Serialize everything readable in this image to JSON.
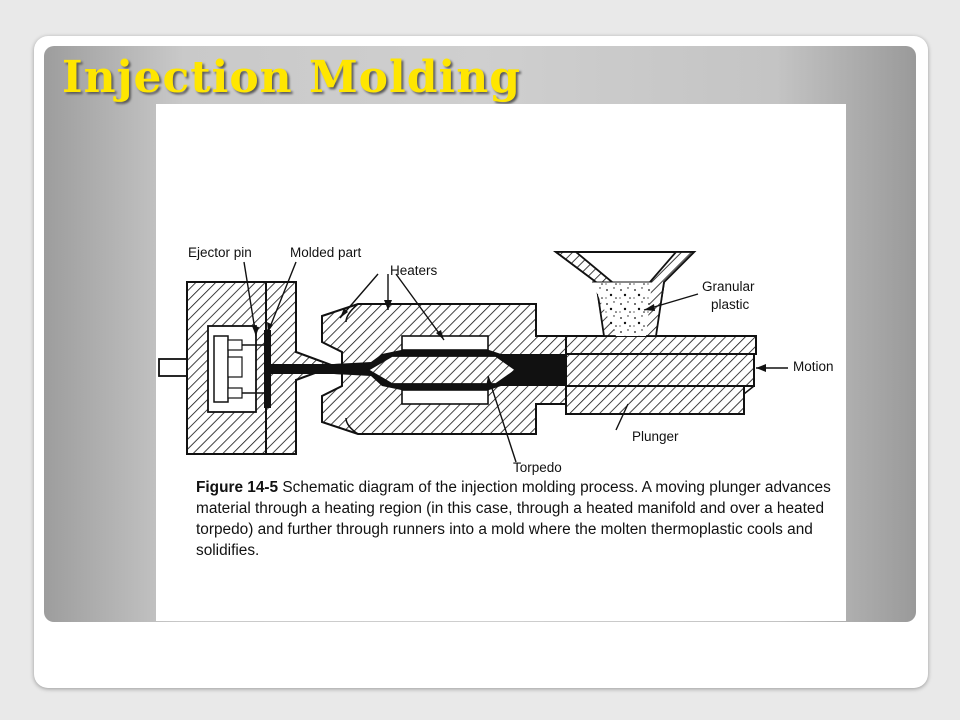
{
  "slide": {
    "title": "Injection Molding"
  },
  "diagram": {
    "labels": {
      "ejector_pin": "Ejector pin",
      "molded_part": "Molded part",
      "heaters": "Heaters",
      "granular_plastic_line1": "Granular",
      "granular_plastic_line2": "plastic",
      "motion": "Motion",
      "plunger": "Plunger",
      "torpedo": "Torpedo"
    }
  },
  "caption": {
    "figure_number": "Figure 14-5",
    "text": " Schematic diagram of the injection molding process. A moving plunger advances material through a heating region (in this case, through a heated manifold and over a heated torpedo) and further through runners into a mold where the molten thermoplastic cools and solidifies."
  },
  "colors": {
    "title": "#ffe600",
    "ink": "#111111"
  }
}
